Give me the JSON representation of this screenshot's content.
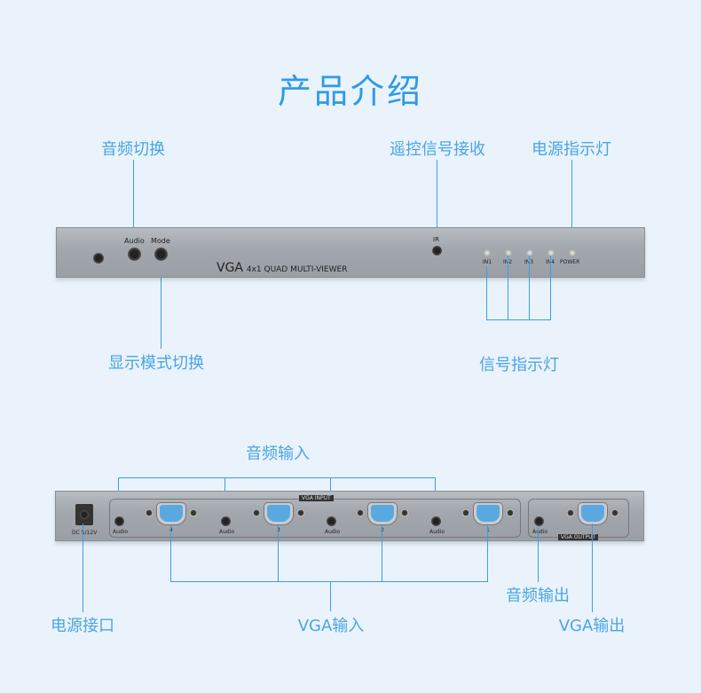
{
  "title": "产品介绍",
  "front": {
    "callouts": {
      "audio_switch": "音频切换",
      "display_mode_switch": "显示模式切换",
      "ir_receive": "遥控信号接收",
      "power_indicator": "电源指示灯",
      "signal_indicator": "信号指示灯"
    },
    "labels": {
      "audio": "Audio",
      "mode": "Mode",
      "ir": "IR",
      "in1": "IN1",
      "in2": "IN2",
      "in3": "IN3",
      "in4": "IN4",
      "power": "POWER",
      "brand": "VGA",
      "model": "4x1 QUAD MULTI-VIEWER"
    }
  },
  "rear": {
    "callouts": {
      "audio_input": "音频输入",
      "vga_input": "VGA输入",
      "power_port": "电源接口",
      "audio_output": "音频输出",
      "vga_output": "VGA输出"
    },
    "labels": {
      "dc": "DC 5/12V",
      "audio": "Audio",
      "vga_input": "VGA INPUT",
      "vga_output": "VGA OUTPUT",
      "port4": "4",
      "port3": "3",
      "port2": "2",
      "port1": "1"
    }
  },
  "colors": {
    "background": "#eaf3fc",
    "accent": "#3a9fe8"
  }
}
